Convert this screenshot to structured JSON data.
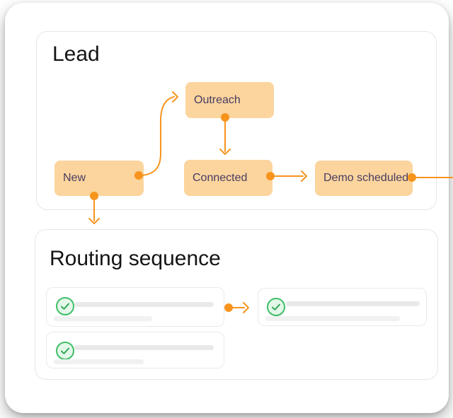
{
  "lead_panel": {
    "title": "Lead",
    "nodes": [
      {
        "id": "new",
        "label": "New"
      },
      {
        "id": "outreach",
        "label": "Outreach"
      },
      {
        "id": "connected",
        "label": "Connected"
      },
      {
        "id": "demo-scheduled",
        "label": "Demo scheduled"
      }
    ],
    "edges": [
      {
        "from": "new",
        "to": "outreach"
      },
      {
        "from": "outreach",
        "to": "connected"
      },
      {
        "from": "connected",
        "to": "demo-scheduled"
      },
      {
        "from": "demo-scheduled",
        "to": "offscreen-right"
      },
      {
        "from": "new",
        "to": "routing-sequence"
      }
    ]
  },
  "routing_panel": {
    "title": "Routing sequence",
    "cards": [
      {
        "icon": "check-circle-icon",
        "status": "complete",
        "placeholder_lines": 2
      },
      {
        "icon": "check-circle-icon",
        "status": "complete",
        "placeholder_lines": 2
      },
      {
        "icon": "check-circle-icon",
        "status": "complete",
        "placeholder_lines": 2
      }
    ],
    "edges": [
      {
        "from": "card-1",
        "to": "card-3"
      }
    ]
  },
  "colors": {
    "accent_orange": "#F7941D",
    "node_fill": "#FBD59D",
    "node_text": "#473B63",
    "success_green_ring": "#3FBE68",
    "success_green_fill": "#E4F8E9",
    "success_green_check": "#35A85A",
    "panel_border": "#E6E6E8",
    "routing_card_border": "#EAEAEC",
    "placeholder_bar_dark": "#E9E9E9",
    "placeholder_bar_light": "#F1F1F2"
  }
}
